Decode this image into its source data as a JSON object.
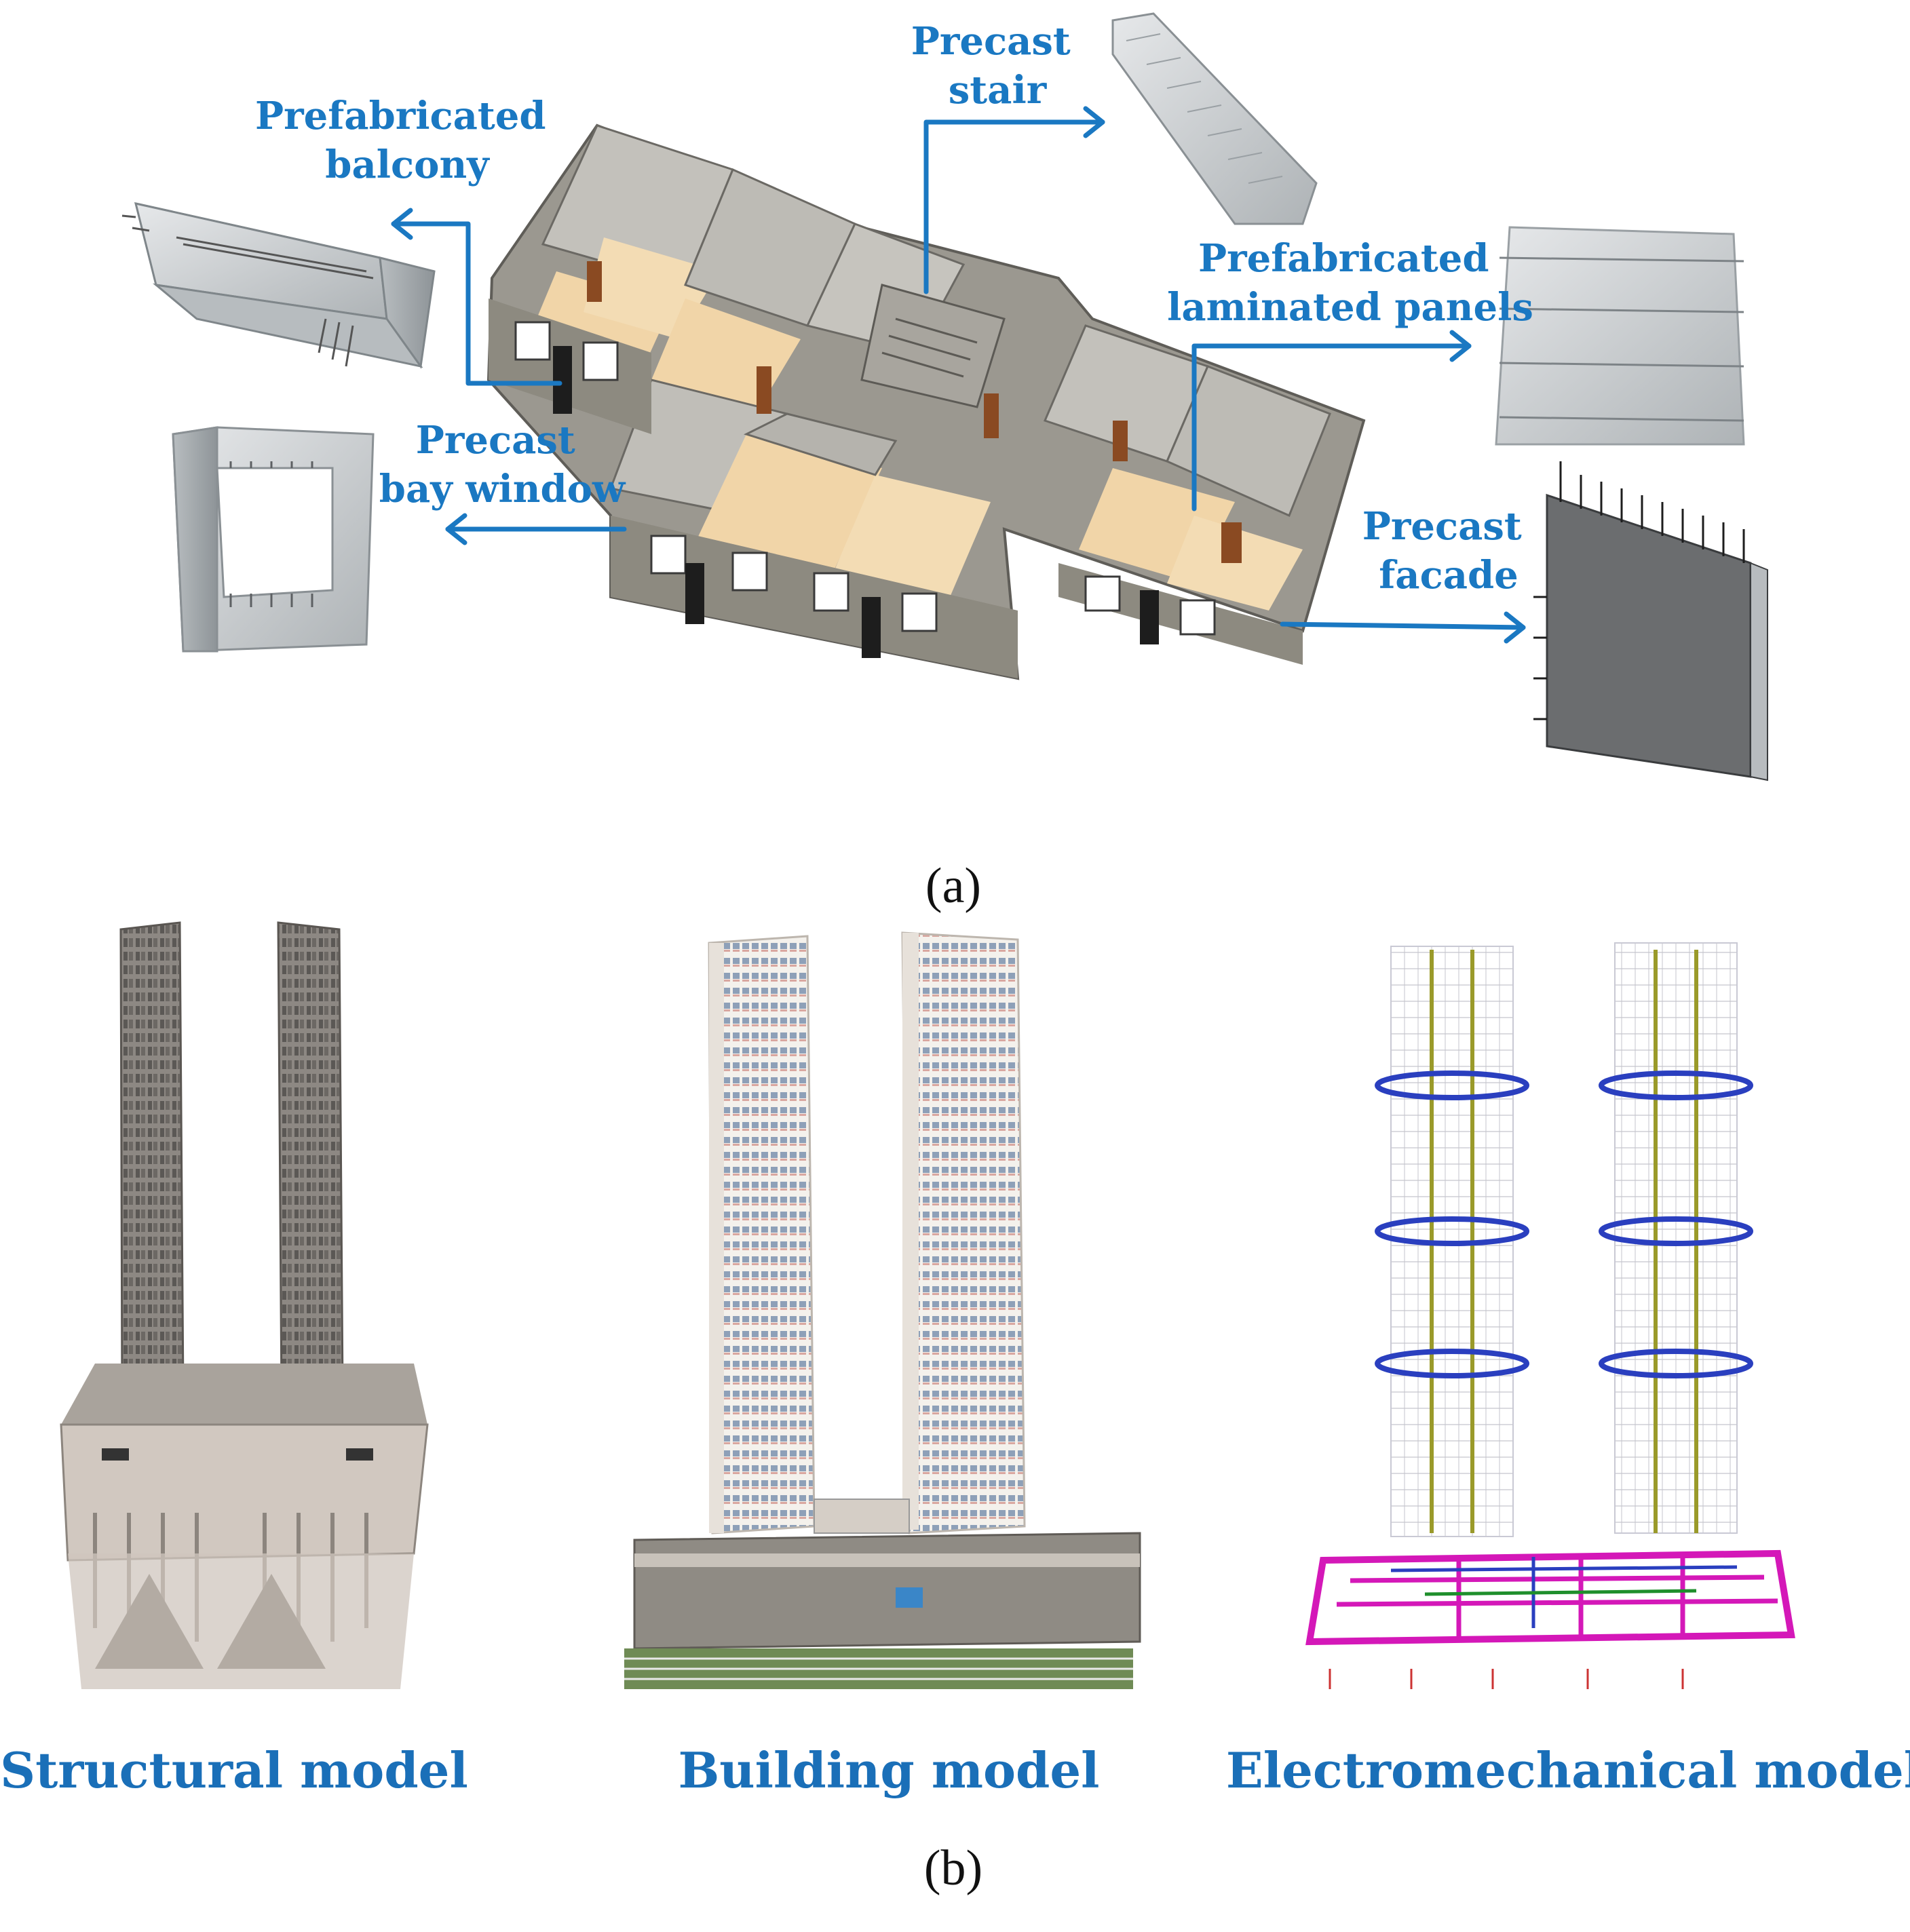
{
  "panel_a": {
    "caption": "(a)",
    "components": {
      "balcony": [
        "Prefabricated",
        "balcony"
      ],
      "bay_window": [
        "Precast",
        "bay window"
      ],
      "stair": [
        "Precast",
        "stair"
      ],
      "laminated": [
        "Prefabricated",
        "laminated panels"
      ],
      "facade": [
        "Precast",
        "facade"
      ]
    }
  },
  "panel_b": {
    "caption": "(b)",
    "models": {
      "structural": "Structural model",
      "building": "Building model",
      "electromechanical": "Electromechanical model"
    }
  },
  "colors": {
    "label_blue": "#1a78c2",
    "title_blue": "#1a6fb8",
    "concrete": "#c9ccce",
    "floor": "#f1d5a8",
    "wall": "#b9b7ae",
    "door": "#8a4a22",
    "mep_magenta": "#d418b8",
    "mep_blue": "#2a3fbf",
    "mep_olive": "#9a9a2a"
  }
}
